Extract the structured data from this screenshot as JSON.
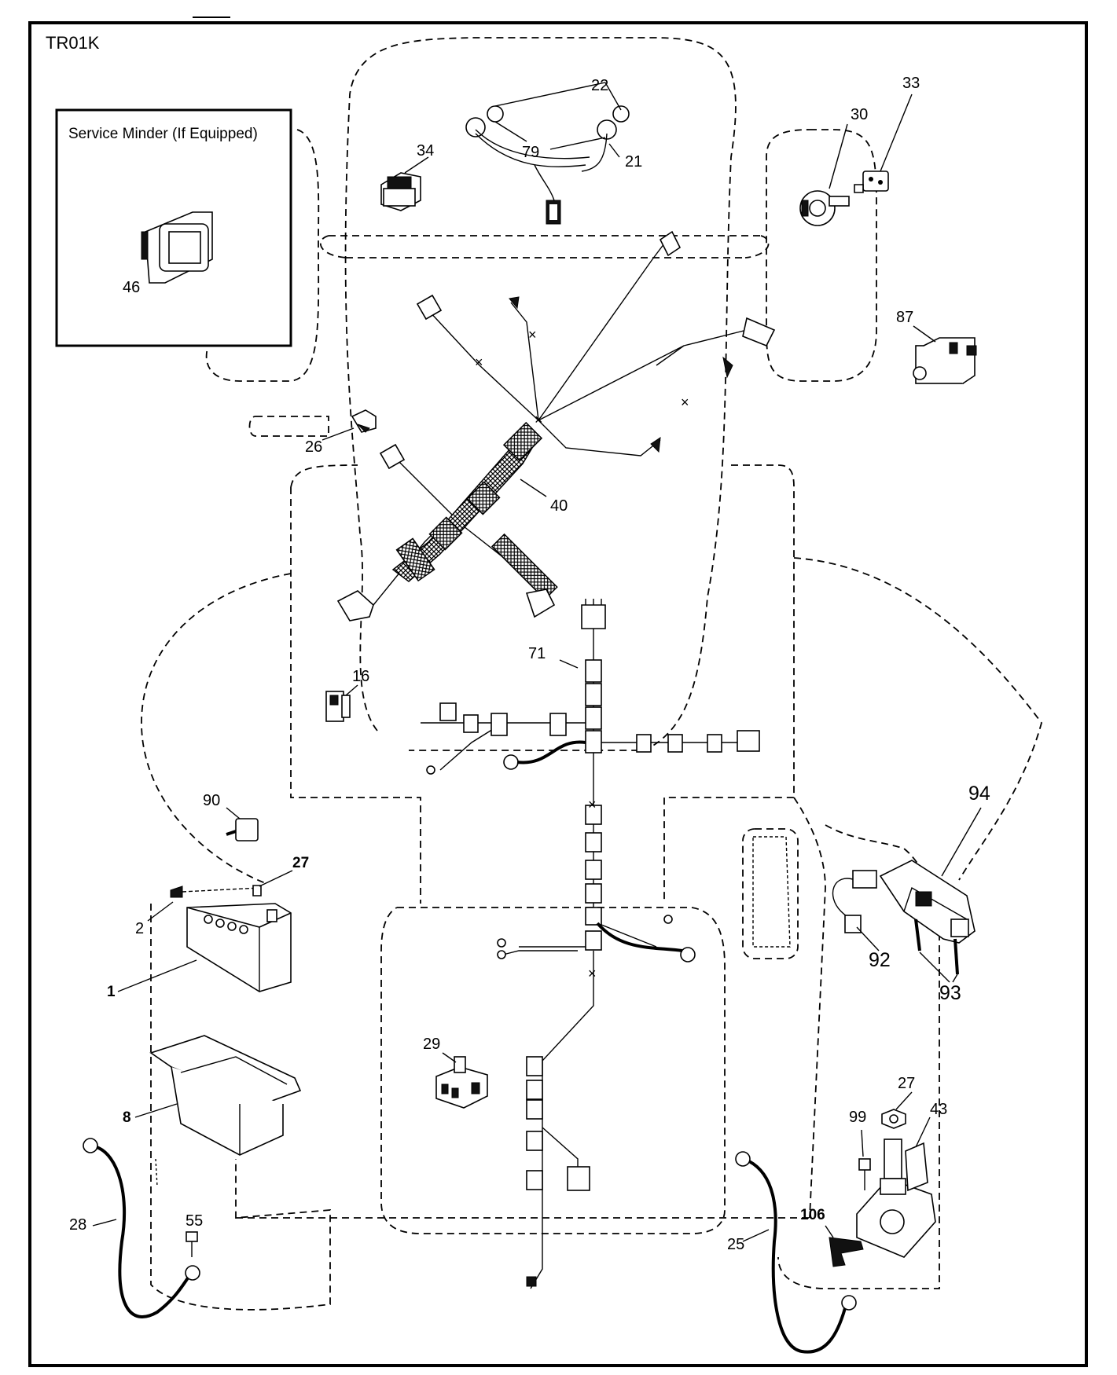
{
  "diagram_code": "TR01K",
  "inset": {
    "title": "Service Minder (If Equipped)",
    "part": "46"
  },
  "callouts": {
    "c1": "1",
    "c2": "2",
    "c8": "8",
    "c16": "16",
    "c21": "21",
    "c22": "22",
    "c25": "25",
    "c26": "26",
    "c27a": "27",
    "c27b": "27",
    "c28": "28",
    "c29": "29",
    "c30": "30",
    "c33": "33",
    "c34": "34",
    "c40": "40",
    "c43": "43",
    "c55": "55",
    "c71": "71",
    "c79": "79",
    "c87": "87",
    "c90": "90",
    "c92": "92",
    "c93": "93",
    "c94": "94",
    "c99": "99",
    "c106": "106"
  }
}
